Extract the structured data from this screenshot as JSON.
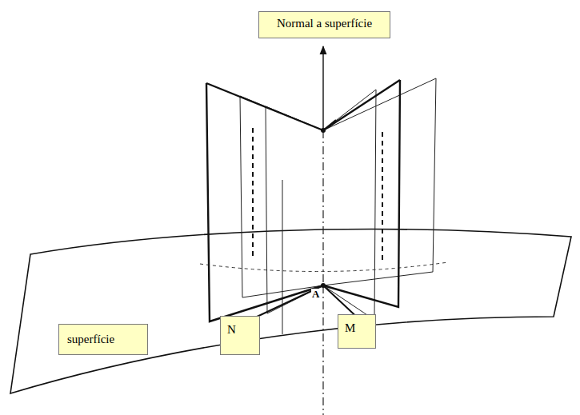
{
  "diagram": {
    "nodes": [
      {
        "text": [
          "Normal a superfície"
        ]
      },
      {
        "text": [
          "superfície"
        ]
      },
      {
        "text": [
          "N"
        ]
      },
      {
        "text": [
          "M"
        ]
      }
    ],
    "labels": [
      "A"
    ]
  }
}
